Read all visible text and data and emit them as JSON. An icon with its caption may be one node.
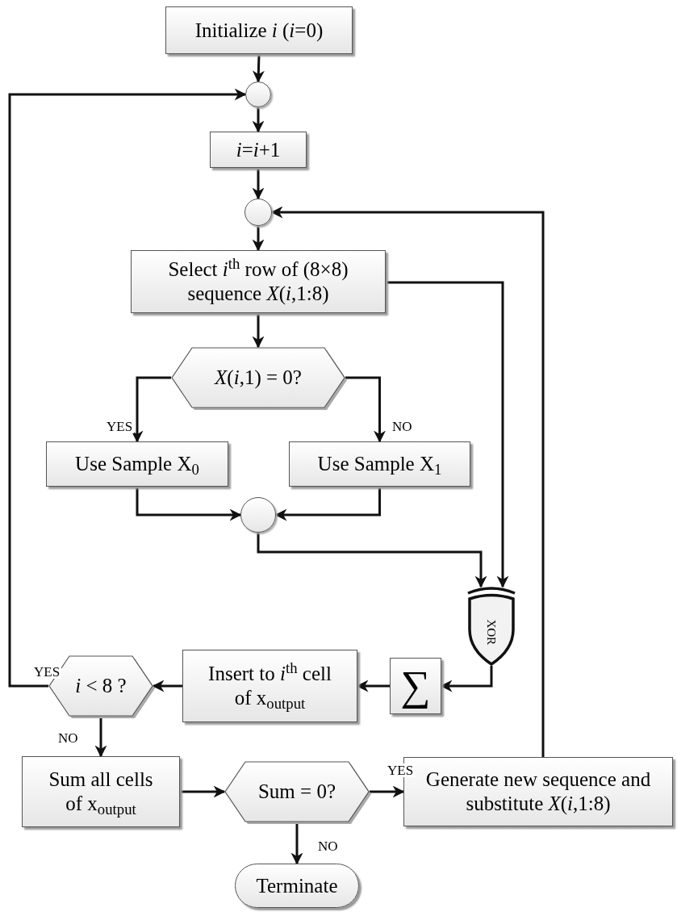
{
  "diagram": {
    "nodes": [
      {
        "text": [
          "Initialize *i* (*i*=0)"
        ]
      },
      {
        "text": [],
        "shape": "circle"
      },
      {
        "text": [
          "*i*=*i*+1"
        ]
      },
      {
        "text": [],
        "shape": "circle"
      },
      {
        "text": [
          "Select *i*$^{th}$ row of (8×8) sequence *X*(*i*,1:8)"
        ]
      },
      {
        "text": [
          "*X*(*i*,1) = 0?"
        ]
      },
      {
        "text": [
          "Use Sample X$_{0}$"
        ]
      },
      {
        "text": [
          "Use Sample X$_{1}$"
        ]
      },
      {
        "text": [],
        "shape": "circle"
      },
      {
        "text": [
          "XOR"
        ]
      },
      {
        "text": [
          "∑"
        ]
      },
      {
        "text": [
          "Insert to *i*$^{th}$ cell of x$_{output}$"
        ]
      },
      {
        "text": [
          "*i* < 8 ?"
        ]
      },
      {
        "text": [
          "Sum all cells of x$_{output}$"
        ]
      },
      {
        "text": [
          "Sum = 0?"
        ]
      },
      {
        "text": [
          "Generate new sequence and substitute *X*(*i*,1:8)"
        ]
      },
      {
        "text": [
          "Terminate"
        ]
      }
    ],
    "edges": [
      {
        "from": 0,
        "to": 1,
        "arrow": "to"
      },
      {
        "from": 12,
        "to": 1,
        "arrow": "to",
        "label": "YES"
      },
      {
        "from": 1,
        "to": 2,
        "arrow": "to"
      },
      {
        "from": 2,
        "to": 3,
        "arrow": "to"
      },
      {
        "from": 15,
        "to": 3,
        "arrow": "to"
      },
      {
        "from": 3,
        "to": 4,
        "arrow": "to"
      },
      {
        "from": 4,
        "to": 5,
        "arrow": "to"
      },
      {
        "from": 4,
        "to": 9,
        "arrow": "to"
      },
      {
        "from": 5,
        "to": 6,
        "arrow": "to",
        "label": "YES"
      },
      {
        "from": 5,
        "to": 7,
        "arrow": "to",
        "label": "NO"
      },
      {
        "from": 6,
        "to": 8,
        "arrow": "to"
      },
      {
        "from": 7,
        "to": 8,
        "arrow": "to"
      },
      {
        "from": 8,
        "to": 9,
        "arrow": "to"
      },
      {
        "from": 9,
        "to": 10,
        "arrow": "to"
      },
      {
        "from": 10,
        "to": 11,
        "arrow": "to"
      },
      {
        "from": 11,
        "to": 12,
        "arrow": "to"
      },
      {
        "from": 12,
        "to": 13,
        "arrow": "to",
        "label": "NO"
      },
      {
        "from": 13,
        "to": 14,
        "arrow": "to"
      },
      {
        "from": 14,
        "to": 15,
        "arrow": "to",
        "label": "YES"
      },
      {
        "from": 14,
        "to": 16,
        "arrow": "to",
        "label": "NO"
      }
    ]
  }
}
